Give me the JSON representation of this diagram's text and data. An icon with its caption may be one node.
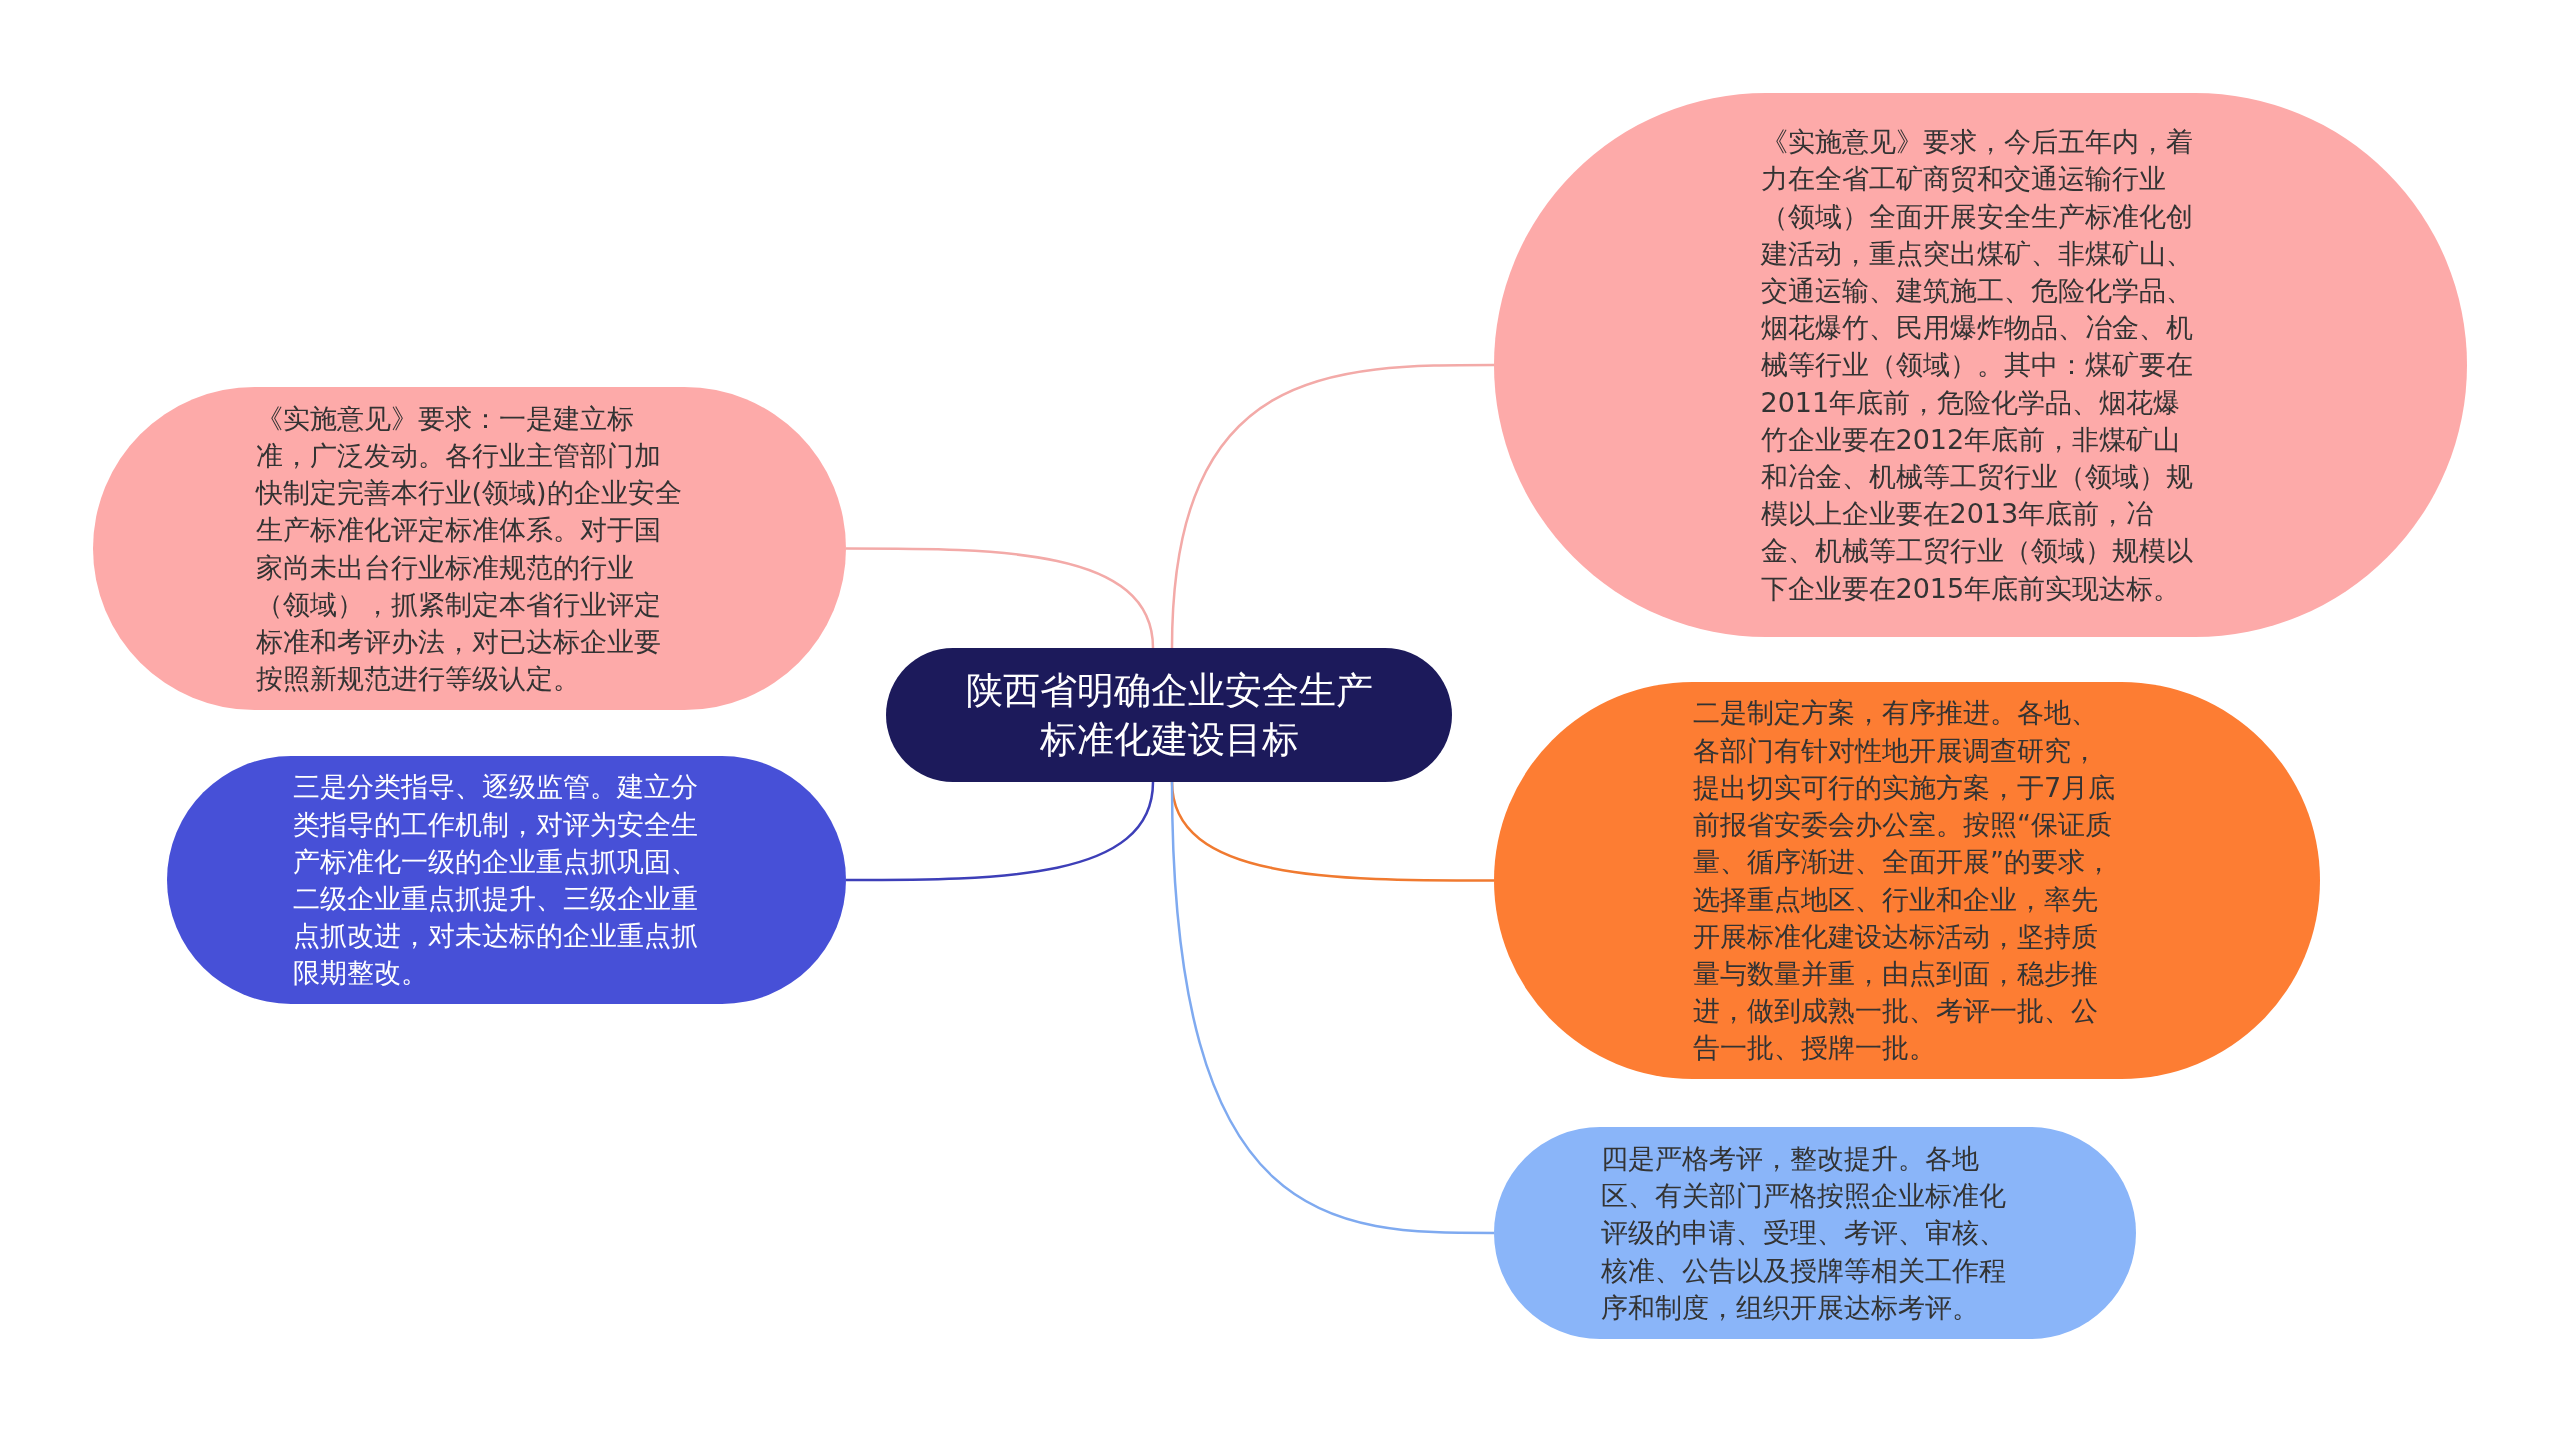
{
  "diagram": {
    "nodes": [
      {
        "text": [
          "陕西省明确企业安全生产标准化建设目标"
        ]
      },
      {
        "text": [
          "《实施意见》要求：一是建立标准，广泛发动。各行业主管部门加快制定完善本行业(领域)的企业安全生产标准化评定标准体系。对于国家尚未出台行业标准规范的行业（领域），抓紧制定本省行业评定标准和考评办法，对已达标企业要按照新规范进行等级认定。"
        ]
      },
      {
        "text": [
          "《实施意见》要求，今后五年内，着力在全省工矿商贸和交通运输行业（领域）全面开展安全生产标准化创建活动，重点突出煤矿、非煤矿山、交通运输、建筑施工、危险化学品、烟花爆竹、民用爆炸物品、冶金、机械等行业（领域）。其中：煤矿要在2011年底前，危险化学品、烟花爆竹企业要在2012年底前，非煤矿山和冶金、机械等工贸行业（领域）规模以上企业要在2013年底前，冶金、机械等工贸行业（领域）规模以下企业要在2015年底前实现达标。"
        ]
      },
      {
        "text": [
          "二是制定方案，有序推进。各地、各部门有针对性地开展调查研究，提出切实可行的实施方案，于7月底前报省安委会办公室。按照“保证质量、循序渐进、全面开展”的要求，选择重点地区、行业和企业，率先开展标准化建设达标活动，坚持质量与数量并重，由点到面，稳步推进，做到成熟一批、考评一批、公告一批、授牌一批。"
        ]
      },
      {
        "text": [
          "三是分类指导、逐级监管。建立分类指导的工作机制，对评为安全生产标准化一级的企业重点抓巩固、二级企业重点抓提升、三级企业重点抓改进，对未达标的企业重点抓限期整改。"
        ]
      },
      {
        "text": [
          "四是严格考评，整改提升。各地区、有关部门严格按照企业标准化评级的申请、受理、考评、审核、核准、公告以及授牌等相关工作程序和制度，组织开展达标考评。"
        ]
      }
    ],
    "edges": [
      {
        "from": 0,
        "to": 1,
        "arrow": "none",
        "color": "#f3aaa8"
      },
      {
        "from": 0,
        "to": 2,
        "arrow": "none",
        "color": "#f3aaa8"
      },
      {
        "from": 0,
        "to": 3,
        "arrow": "none",
        "color": "#f07a30"
      },
      {
        "from": 0,
        "to": 4,
        "arrow": "none",
        "color": "#3d3fb8"
      },
      {
        "from": 0,
        "to": 5,
        "arrow": "none",
        "color": "#7faaf0"
      }
    ]
  }
}
